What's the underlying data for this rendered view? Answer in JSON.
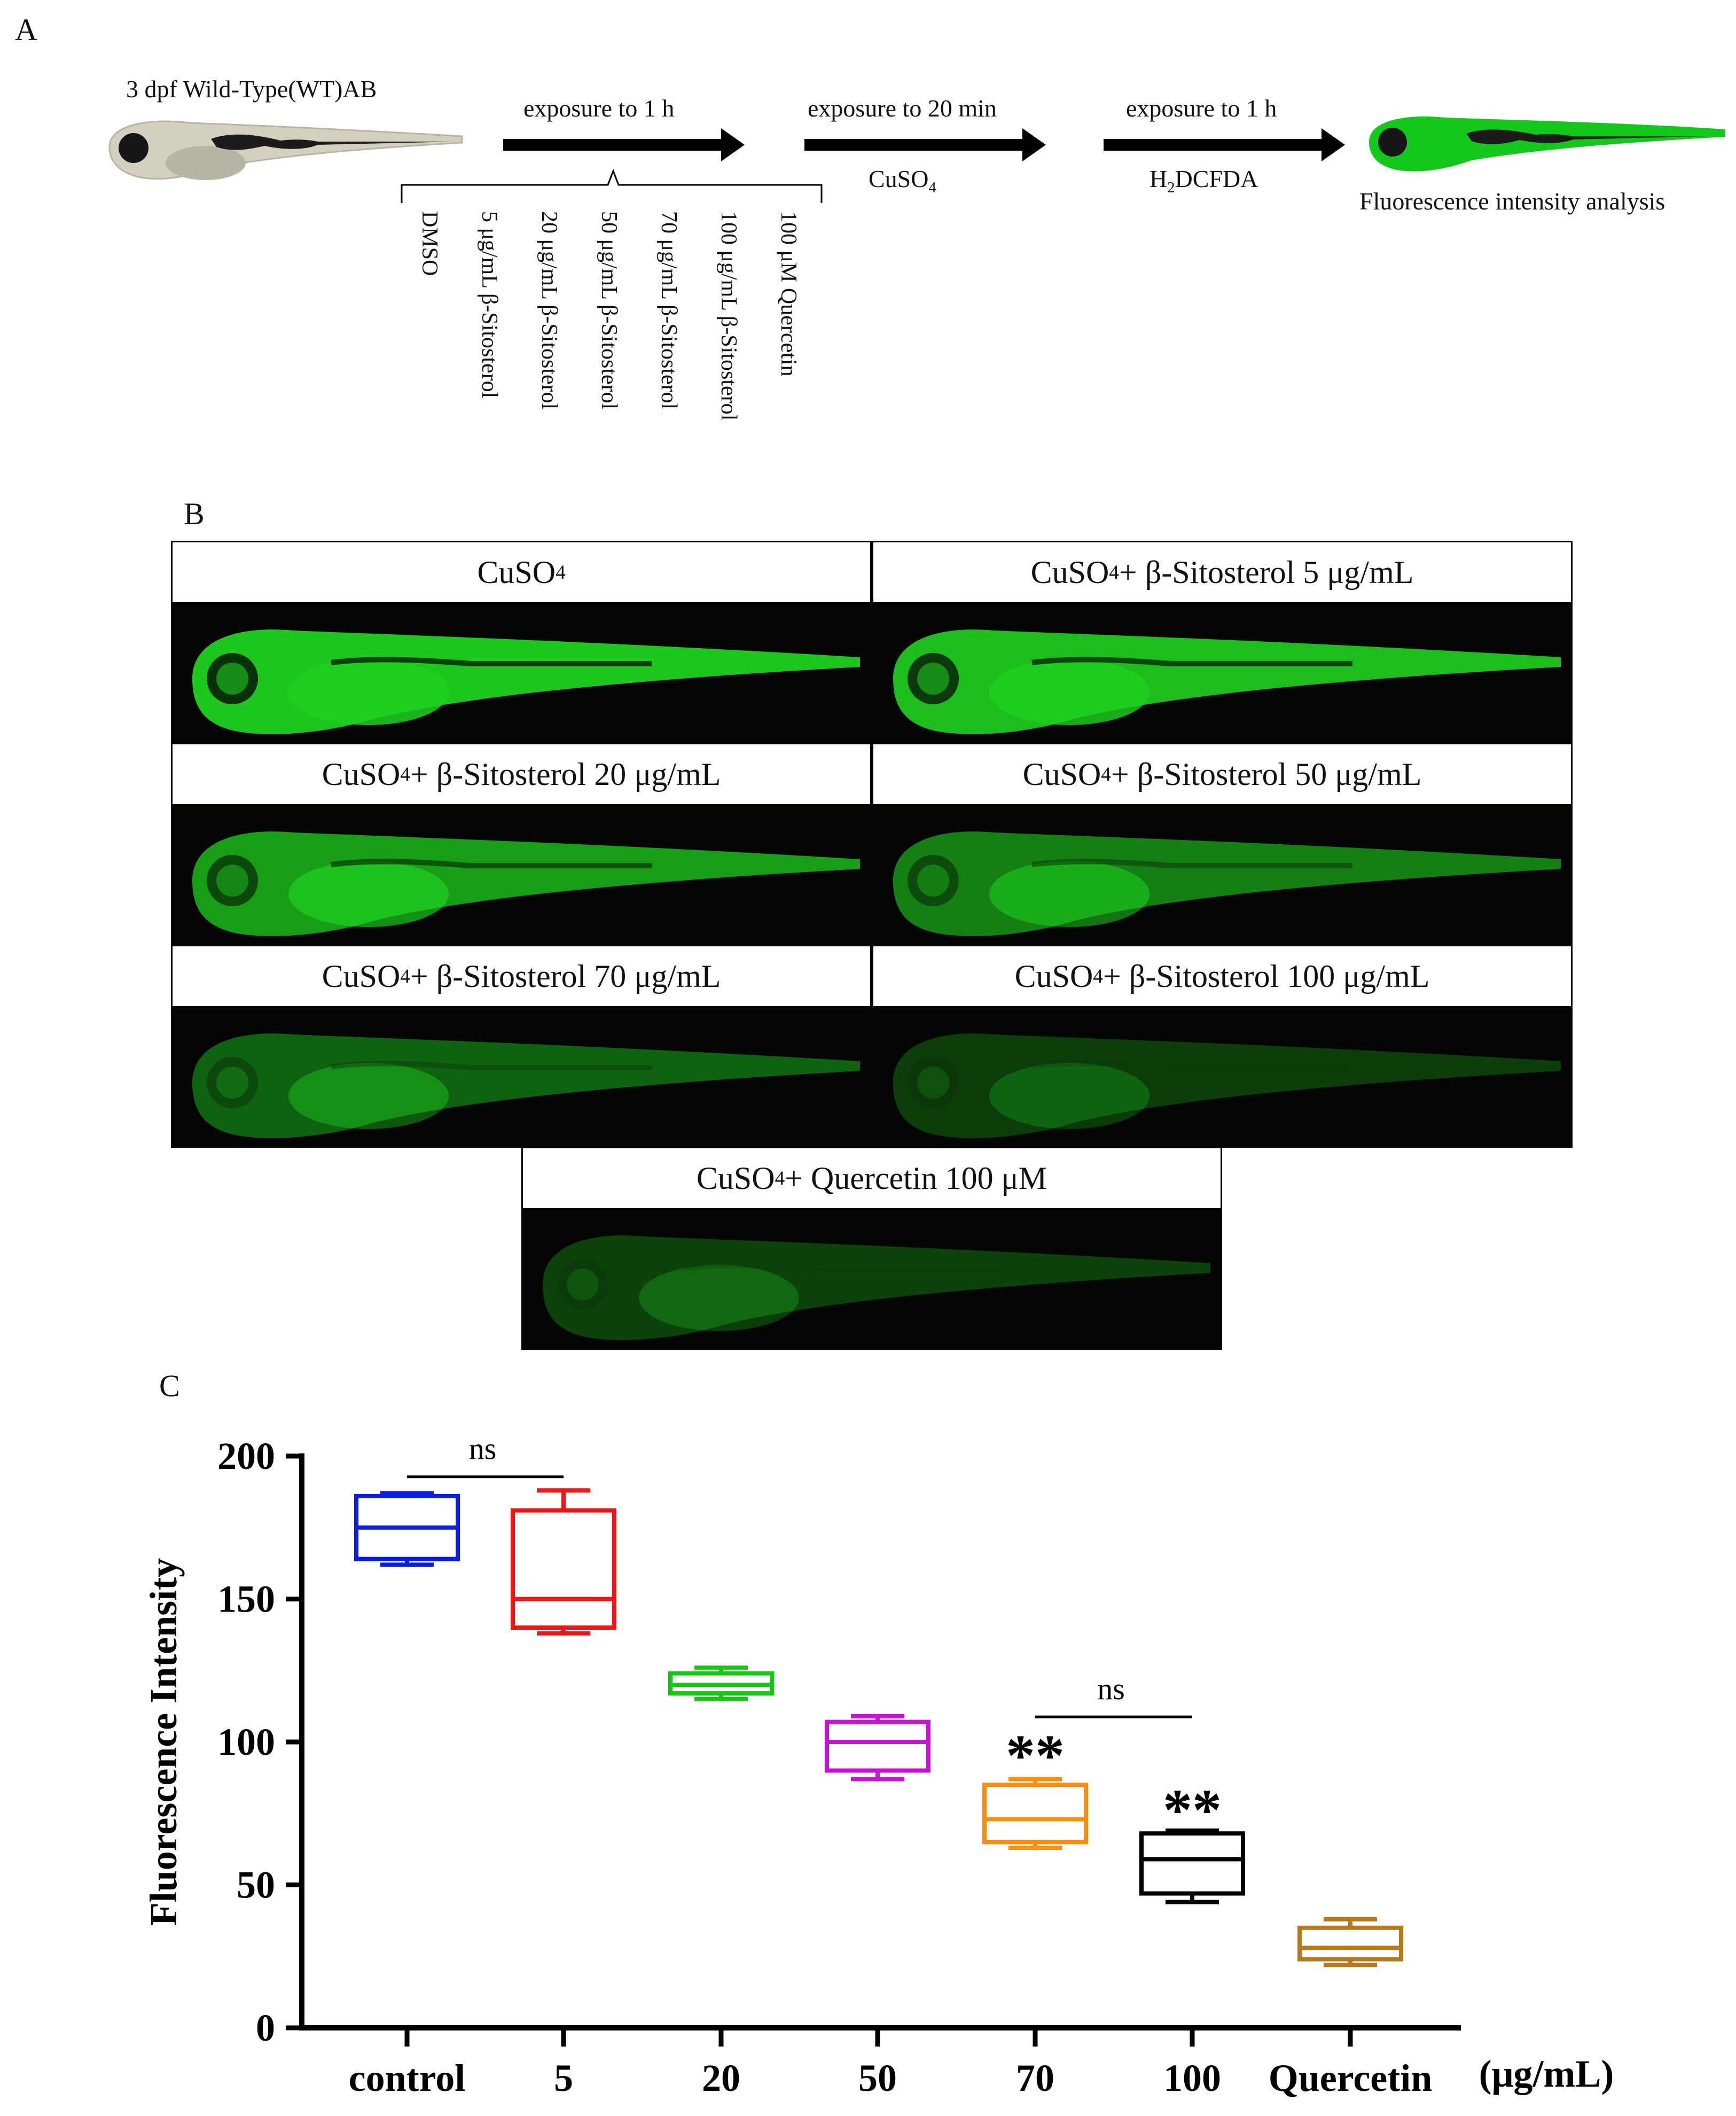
{
  "panelA": {
    "letter": "A",
    "fish_label": "3 dpf  Wild-Type(WT)AB",
    "steps": [
      {
        "top": "exposure to 1 h",
        "bottom": ""
      },
      {
        "top": "exposure to 20 min",
        "bottom_main": "CuSO",
        "bottom_sub": "4"
      },
      {
        "top": "exposure to 1 h",
        "bottom_pre": "H",
        "bottom_sub": "2",
        "bottom_post": "DCFDA"
      }
    ],
    "result_label": "Fluorescence  intensity  analysis",
    "groups": [
      "DMSO",
      "5 μg/mL  β-Sitosterol",
      "20 μg/mL  β-Sitosterol",
      "50 μg/mL  β-Sitosterol",
      "70 μg/mL  β-Sitosterol",
      "100 μg/mL  β-Sitosterol",
      "100 μM Quercetin"
    ],
    "colors": {
      "fish_body": "#d8d4c4",
      "fish_dark": "#1a1a1a",
      "fish_green": "#12c81a"
    }
  },
  "panelB": {
    "letter": "B",
    "cells": [
      {
        "pre": "CuSO",
        "sub": "4",
        "post": "",
        "brightness": 0.95
      },
      {
        "pre": "CuSO",
        "sub": "4",
        "post": "+ β-Sitosterol 5 μg/mL",
        "brightness": 0.9
      },
      {
        "pre": "CuSO",
        "sub": "4",
        "post": "+ β-Sitosterol 20 μg/mL",
        "brightness": 0.75
      },
      {
        "pre": "CuSO",
        "sub": "4",
        "post": "+ β-Sitosterol 50 μg/mL",
        "brightness": 0.6
      },
      {
        "pre": "CuSO",
        "sub": "4",
        "post": "+ β-Sitosterol 70 μg/mL",
        "brightness": 0.45
      },
      {
        "pre": "CuSO",
        "sub": "4",
        "post": "+ β-Sitosterol 100 μg/mL",
        "brightness": 0.28
      },
      {
        "pre": "CuSO",
        "sub": "4",
        "post": "+ Quercetin 100 μM",
        "brightness": 0.3
      }
    ],
    "colors": {
      "background": "#030603",
      "fluor": "#1fd21f"
    }
  },
  "panelC": {
    "letter": "C"
  },
  "chart_data": {
    "type": "box",
    "title": "",
    "xlabel": "",
    "ylabel": "Fluorescence Intensity",
    "unit_label": "(μg/mL)",
    "ylim": [
      0,
      200
    ],
    "yticks": [
      0,
      50,
      100,
      150,
      200
    ],
    "categories": [
      "control",
      "5",
      "20",
      "50",
      "70",
      "100",
      "Quercetin"
    ],
    "boxes": [
      {
        "category": "control",
        "min": 162,
        "q1": 164,
        "median": 175,
        "q3": 186,
        "max": 187,
        "color": "#0a1ee6"
      },
      {
        "category": "5",
        "min": 138,
        "q1": 140,
        "median": 150,
        "q3": 181,
        "max": 188,
        "color": "#f01414"
      },
      {
        "category": "20",
        "min": 115,
        "q1": 117,
        "median": 120,
        "q3": 124,
        "max": 126,
        "color": "#14c814"
      },
      {
        "category": "50",
        "min": 87,
        "q1": 90,
        "median": 100,
        "q3": 107,
        "max": 109,
        "color": "#c814d2"
      },
      {
        "category": "70",
        "min": 63,
        "q1": 65,
        "median": 73,
        "q3": 85,
        "max": 87,
        "color": "#ff8c0a"
      },
      {
        "category": "100",
        "min": 44,
        "q1": 47,
        "median": 59,
        "q3": 68,
        "max": 69,
        "color": "#000000"
      },
      {
        "category": "Quercetin",
        "min": 22,
        "q1": 24,
        "median": 28,
        "q3": 35,
        "max": 38,
        "color": "#b8781e"
      }
    ],
    "annotations": [
      {
        "text": "ns",
        "from": "control",
        "to": "5",
        "y": 198
      },
      {
        "text": "ns",
        "from": "70",
        "to": "100",
        "y": 114
      },
      {
        "text": "**",
        "category": "70",
        "y": 94
      },
      {
        "text": "**",
        "category": "100",
        "y": 75
      }
    ]
  }
}
